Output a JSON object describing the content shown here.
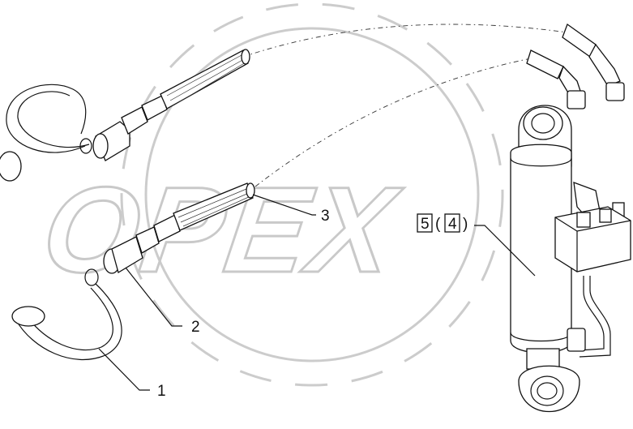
{
  "watermark": {
    "text": "OPEX"
  },
  "callouts": [
    {
      "id": "1",
      "label": "1"
    },
    {
      "id": "2",
      "label": "2"
    },
    {
      "id": "3",
      "label": "3"
    }
  ],
  "assembly_ref": {
    "part": "5",
    "open": "(",
    "qty": "4",
    "close": ")"
  },
  "colors": {
    "line": "#111111",
    "watermark": "#c9c9c9",
    "background": "#ffffff"
  }
}
